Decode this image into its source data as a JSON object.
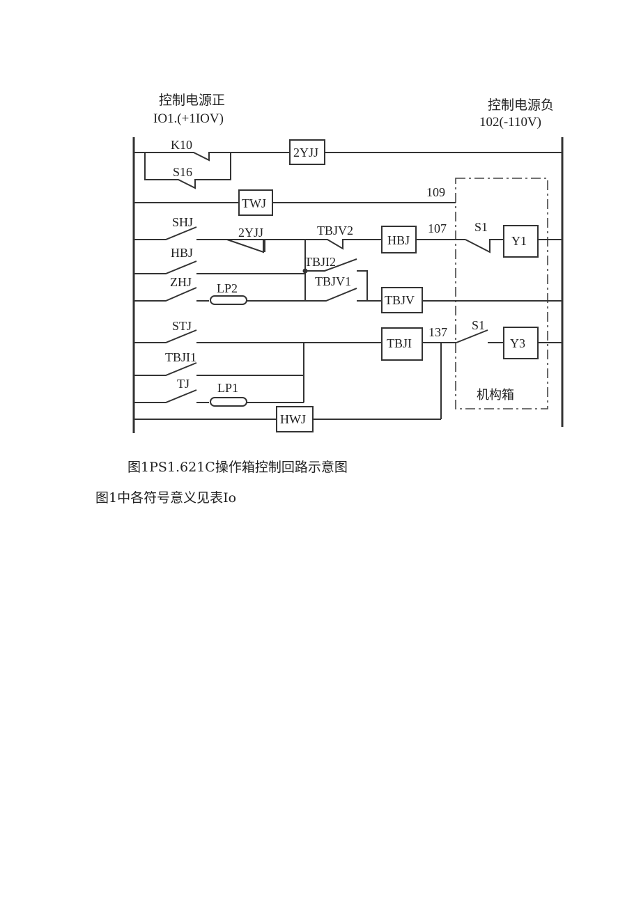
{
  "header": {
    "positive_title": "控制电源正",
    "positive_value": "IO1.(+1IOV)",
    "negative_title": "控制电源负",
    "negative_value": "102(-110V)"
  },
  "contacts": {
    "k10": "K10",
    "s16": "S16",
    "shj": "SHJ",
    "yj2_contact": "2YJJ",
    "tbjv2": "TBJV2",
    "hbj": "HBJ",
    "tbji2": "TBJI2",
    "zhj": "ZHJ",
    "tbjv1": "TBJV1",
    "stj": "STJ",
    "tbji1": "TBJI1",
    "tj": "TJ",
    "s1_top": "S1",
    "s1_bottom": "S1"
  },
  "plates": {
    "lp2": "LP2",
    "lp1": "LP1"
  },
  "boxes": {
    "yjj2": "2YJJ",
    "twj": "TWJ",
    "hbj": "HBJ",
    "y1": "Y1",
    "tbjv": "TBJV",
    "tbji": "TBJI",
    "y3": "Y3",
    "hwj": "HWJ"
  },
  "nodes": {
    "n109": "109",
    "n107": "107",
    "n137": "137"
  },
  "mechanism_box": "机构箱",
  "captions": {
    "figure": "图1PS1.621C操作箱控制回路示意图",
    "note": "图1中各符号意义见表Io"
  }
}
